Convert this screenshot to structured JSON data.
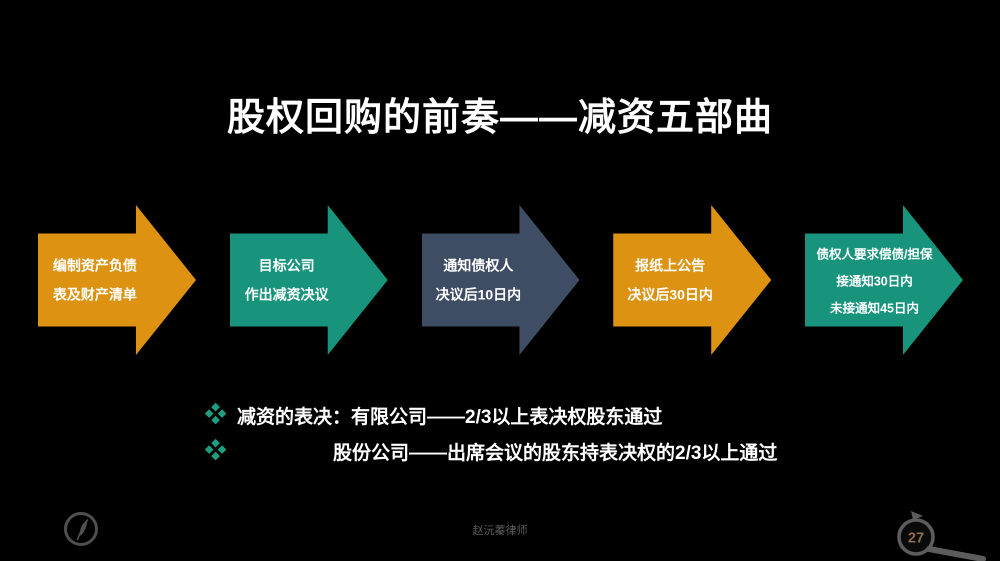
{
  "slide": {
    "title": "股权回购的前奏——减资五部曲",
    "background_color": "#000000"
  },
  "process_arrows": [
    {
      "color": "#DD9311",
      "lines": [
        "编制资产负债",
        "表及财产清单"
      ]
    },
    {
      "color": "#17947B",
      "lines": [
        "目标公司",
        "作出减资决议"
      ]
    },
    {
      "color": "#3E4D63",
      "lines": [
        "通知债权人",
        "决议后10日内"
      ]
    },
    {
      "color": "#DD9311",
      "lines": [
        "报纸上公告",
        "决议后30日内"
      ]
    },
    {
      "color": "#17947B",
      "lines": [
        "债权人要求偿债/担保",
        "接通知30日内",
        "未接通知45日内"
      ]
    }
  ],
  "notes": {
    "bullet_color": "#1D9E80",
    "items": [
      "减资的表决：有限公司——2/3以上表决权股东通过",
      "股份公司——出席会议的股东持表决权的2/3以上通过"
    ]
  },
  "footer": {
    "author": "赵沅蓁律师",
    "page_number": "27"
  },
  "icons": {
    "bottom_left": "quill-icon",
    "bottom_right": "magnifier-icon"
  }
}
